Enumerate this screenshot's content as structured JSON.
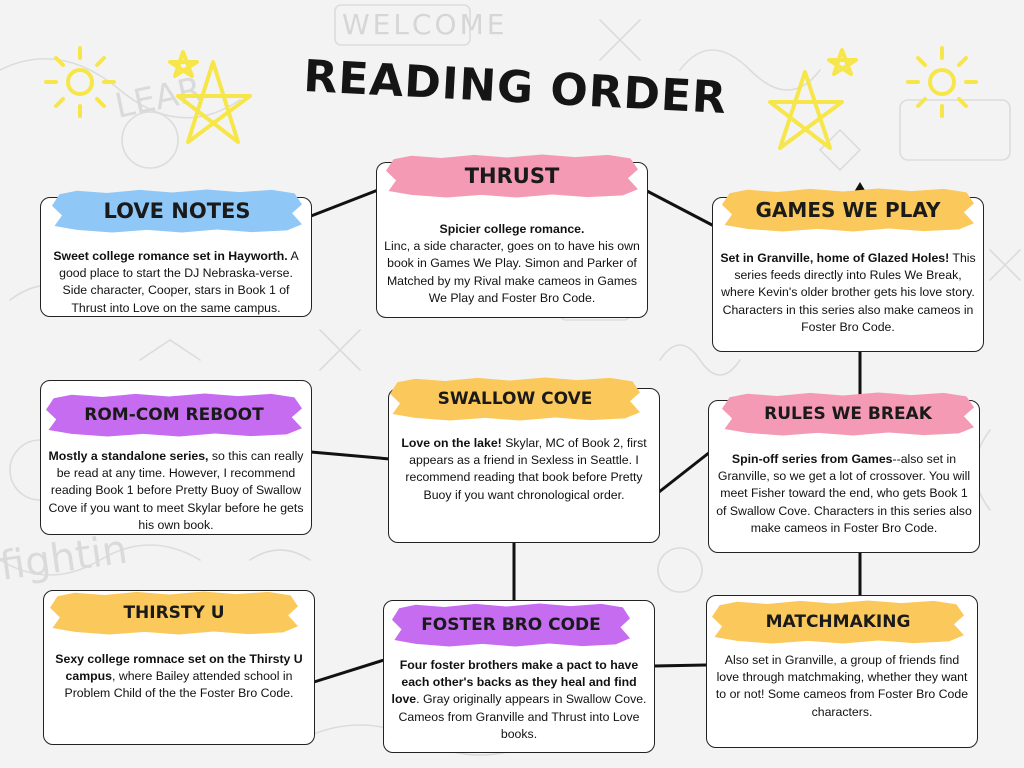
{
  "title": "READING ORDER",
  "colors": {
    "pink": "#f59ab4",
    "blue": "#8fc7f6",
    "yellow": "#fbc85b",
    "purple": "#c56cf0",
    "sun": "#f7e64a",
    "border": "#222222"
  },
  "doodle_text": {
    "welcome": "WELCOME",
    "learn": "LEAR",
    "fight": "fightin"
  },
  "cards": {
    "love_notes": {
      "name": "LOVE NOTES",
      "lead": "Sweet college romance set in Hayworth.",
      "text": " A good place to start the DJ Nebraska-verse. Side character, Cooper, stars in Book 1 of Thrust into Love on the same campus."
    },
    "thrust": {
      "name": "THRUST",
      "lead": "Spicier college romance.",
      "text": " Linc, a side character, goes on to have his own book in Games We Play. Simon and Parker of Matched by my Rival make cameos in Games We Play and Foster Bro Code."
    },
    "games_we_play": {
      "name": "GAMES WE PLAY",
      "lead": "Set in Granville, home of Glazed Holes!",
      "text": " This series feeds directly into Rules We Break, where Kevin's older brother gets his love story. Characters in this series also make cameos in Foster Bro Code."
    },
    "romcom_reboot": {
      "name": "ROM-COM REBOOT",
      "lead": "Mostly a standalone series,",
      "text": " so this can really be read at any time. However, I recommend reading Book 1 before Pretty Buoy of Swallow Cove if you want to meet Skylar before he gets his own book."
    },
    "swallow_cove": {
      "name": "SWALLOW COVE",
      "lead": "Love on the lake!",
      "text": " Skylar, MC of Book 2, first appears as a friend in Sexless in Seattle. I recommend reading that book before Pretty Buoy if you want chronological order."
    },
    "rules_we_break": {
      "name": "RULES WE BREAK",
      "lead": "Spin-off series from Games",
      "text": "--also set in Granville, so we get a lot of crossover. You will meet Fisher toward the end, who gets Book 1 of Swallow Cove. Characters in this series also make cameos in Foster Bro Code."
    },
    "thirsty_u": {
      "name": "THIRSTY U",
      "lead": "Sexy college romnace set on the Thirsty U campus",
      "text": ", where Bailey attended school in Problem Child of the the Foster Bro Code."
    },
    "foster_bro_code": {
      "name": "FOSTER BRO CODE",
      "lead": "Four foster brothers make a pact to have each other's backs as they heal and find love",
      "text": ". Gray originally appears in Swallow Cove. Cameos from Granville and Thrust into Love books."
    },
    "matchmaking": {
      "name": "MATCHMAKING",
      "lead": "",
      "text": "Also set in Granville, a group of friends find love through matchmaking, whether they want to or not! Some cameos from Foster Bro Code characters."
    }
  }
}
